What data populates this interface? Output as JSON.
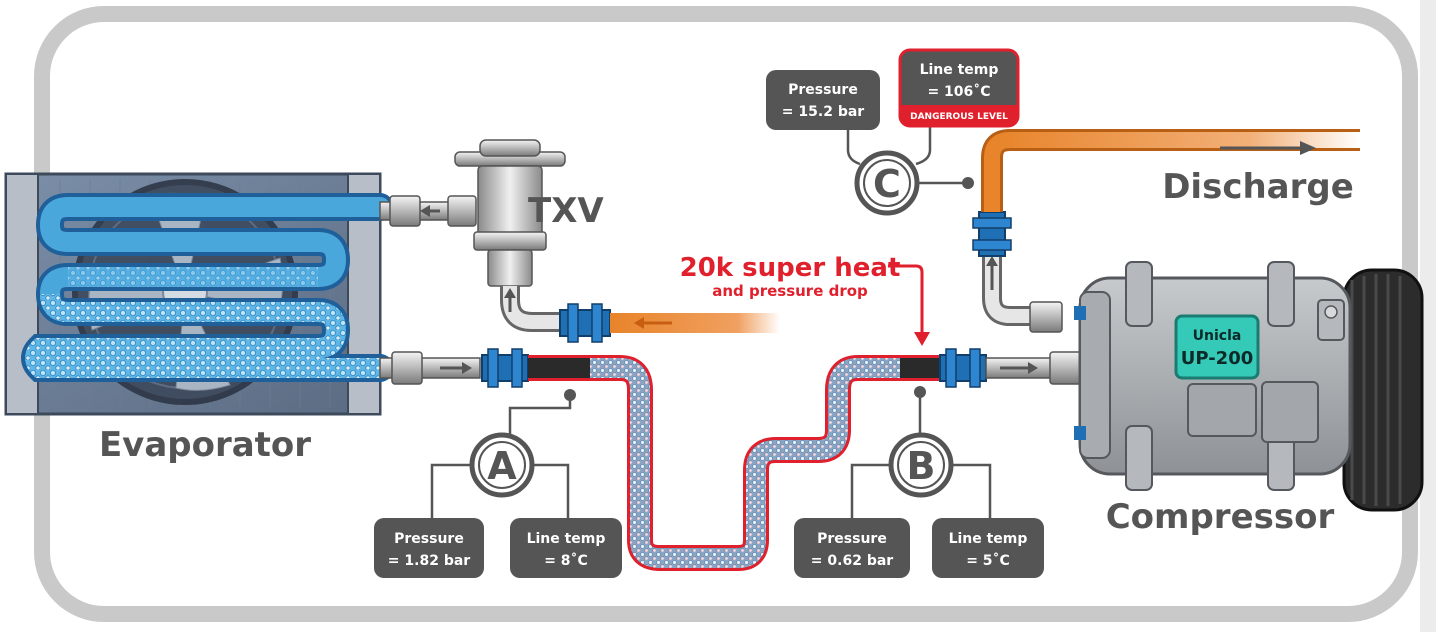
{
  "labels": {
    "evaporator": "Evaporator",
    "compressor": "Compressor",
    "discharge": "Discharge",
    "txv": "TXV"
  },
  "superheat": {
    "title": "20k super heat",
    "subtitle": "and pressure drop"
  },
  "points": {
    "a": {
      "letter": "A",
      "pressure_label": "Pressure",
      "pressure_value": "= 1.82 bar",
      "temp_label": "Line temp",
      "temp_value": "= 8˚C"
    },
    "b": {
      "letter": "B",
      "pressure_label": "Pressure",
      "pressure_value": "= 0.62 bar",
      "temp_label": "Line temp",
      "temp_value": "= 5˚C"
    },
    "c": {
      "letter": "C",
      "pressure_label": "Pressure",
      "pressure_value": "= 15.2 bar",
      "temp_label": "Line temp",
      "temp_value": "= 106˚C",
      "warning": "DANGEROUS LEVEL"
    }
  },
  "compressor_badge": {
    "brand": "Unicla",
    "model": "UP-200"
  },
  "colors": {
    "frame": "#c9c9c9",
    "label_text": "#555555",
    "tag_bg": "#555555",
    "danger": "#e0202c",
    "discharge_line": "#e8842a",
    "suction_blue": "#3a9fd8",
    "fitting_blue": "#1f6fb5",
    "badge_teal": "#35c9b8"
  }
}
